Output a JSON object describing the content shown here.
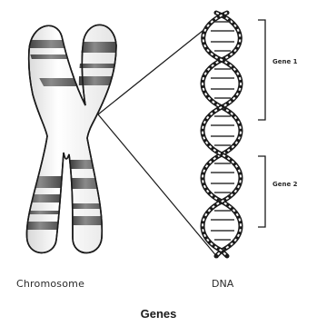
{
  "diagram": {
    "labels": {
      "chromosome": "Chromosome",
      "dna": "DNA",
      "gene_1": "Gene 1",
      "gene_2": "Gene 2"
    },
    "title": "Genes"
  }
}
